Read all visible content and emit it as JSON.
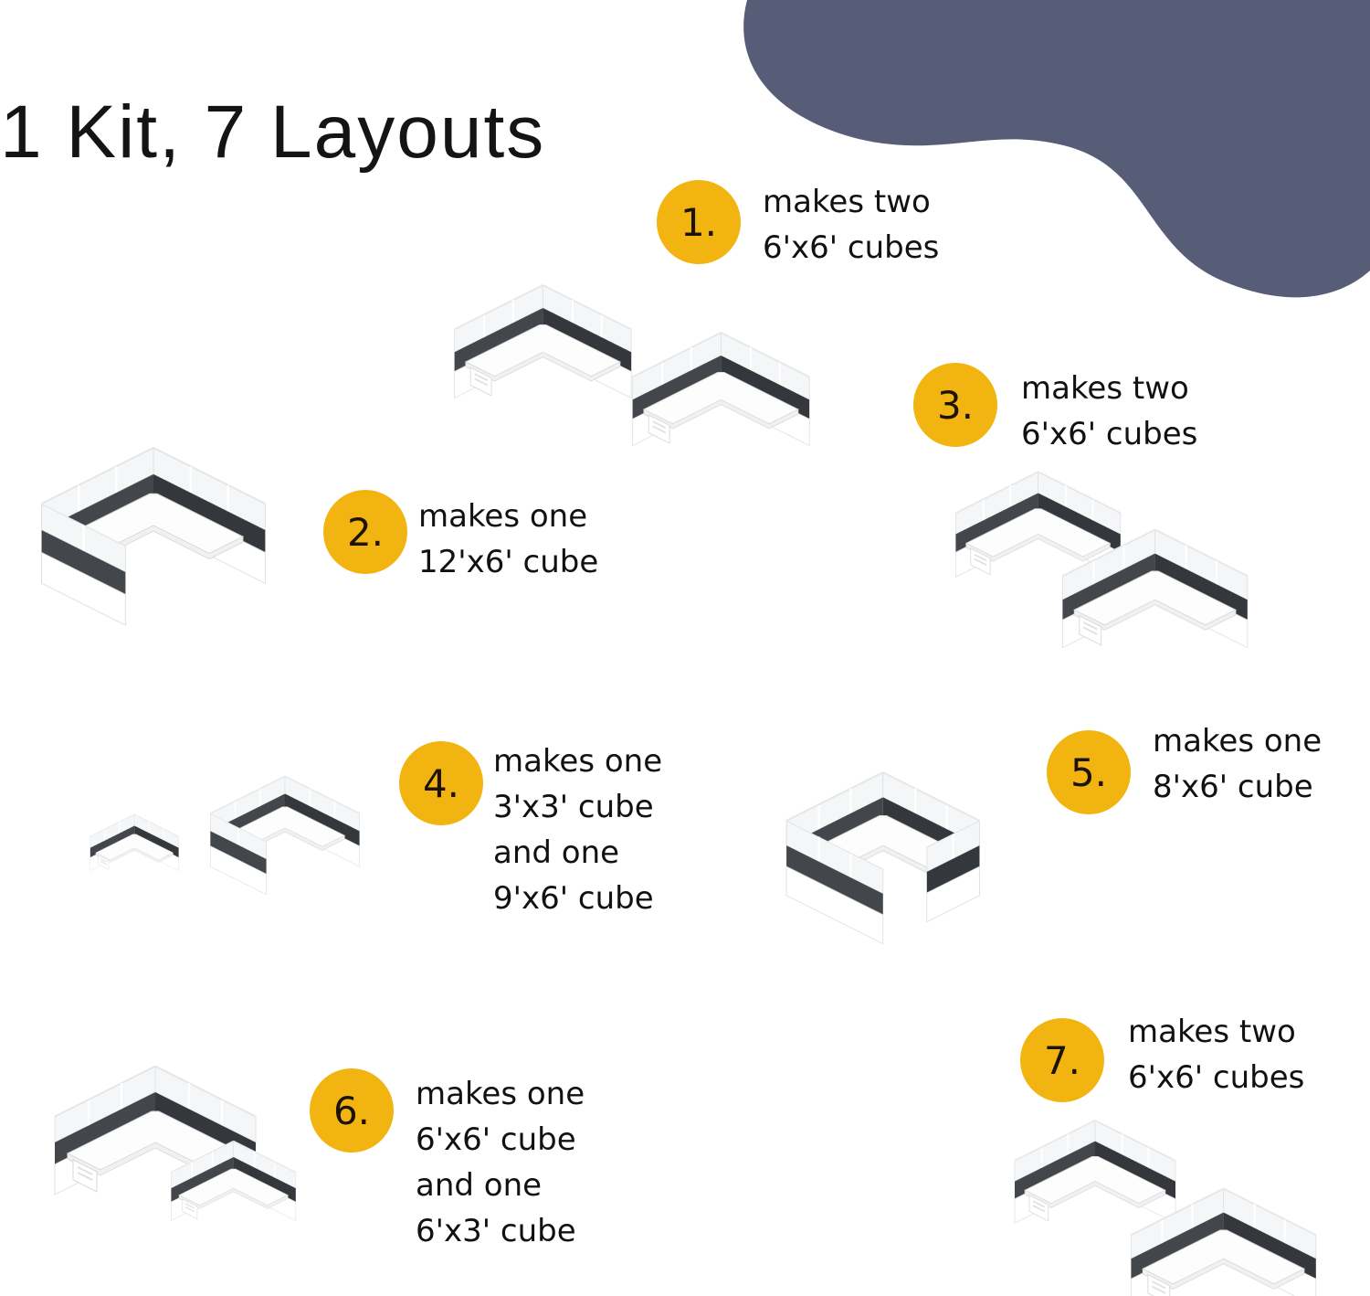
{
  "title": "1 Kit, 7 Layouts",
  "colors": {
    "badge_yellow": "#F2B411",
    "corner_blob": "#575C77",
    "text": "#111111",
    "cubicle_dark_panel": "#43474C",
    "cubicle_white_panel": "#FFFFFF"
  },
  "layouts": [
    {
      "num": "1.",
      "lines": [
        "makes two",
        "6'x6' cubes"
      ]
    },
    {
      "num": "2.",
      "lines": [
        "makes one",
        "12'x6' cube"
      ]
    },
    {
      "num": "3.",
      "lines": [
        "makes two",
        "6'x6' cubes"
      ]
    },
    {
      "num": "4.",
      "lines": [
        "makes one",
        "3'x3' cube",
        "and one",
        "9'x6' cube"
      ]
    },
    {
      "num": "5.",
      "lines": [
        "makes one",
        "8'x6' cube"
      ]
    },
    {
      "num": "6.",
      "lines": [
        "makes one",
        "6'x6' cube",
        "and one",
        "6'x3' cube"
      ]
    },
    {
      "num": "7.",
      "lines": [
        "makes two",
        "6'x6' cubes"
      ]
    }
  ]
}
